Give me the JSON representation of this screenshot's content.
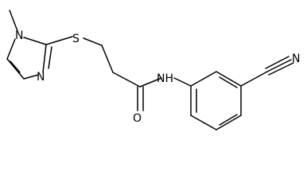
{
  "molecule": {
    "atom_labels": {
      "methyl_n": "N",
      "imidazole_n": "N",
      "sulfur": "S",
      "amide_n": "NH",
      "carbonyl_o": "O",
      "nitrile_n": "N"
    }
  }
}
